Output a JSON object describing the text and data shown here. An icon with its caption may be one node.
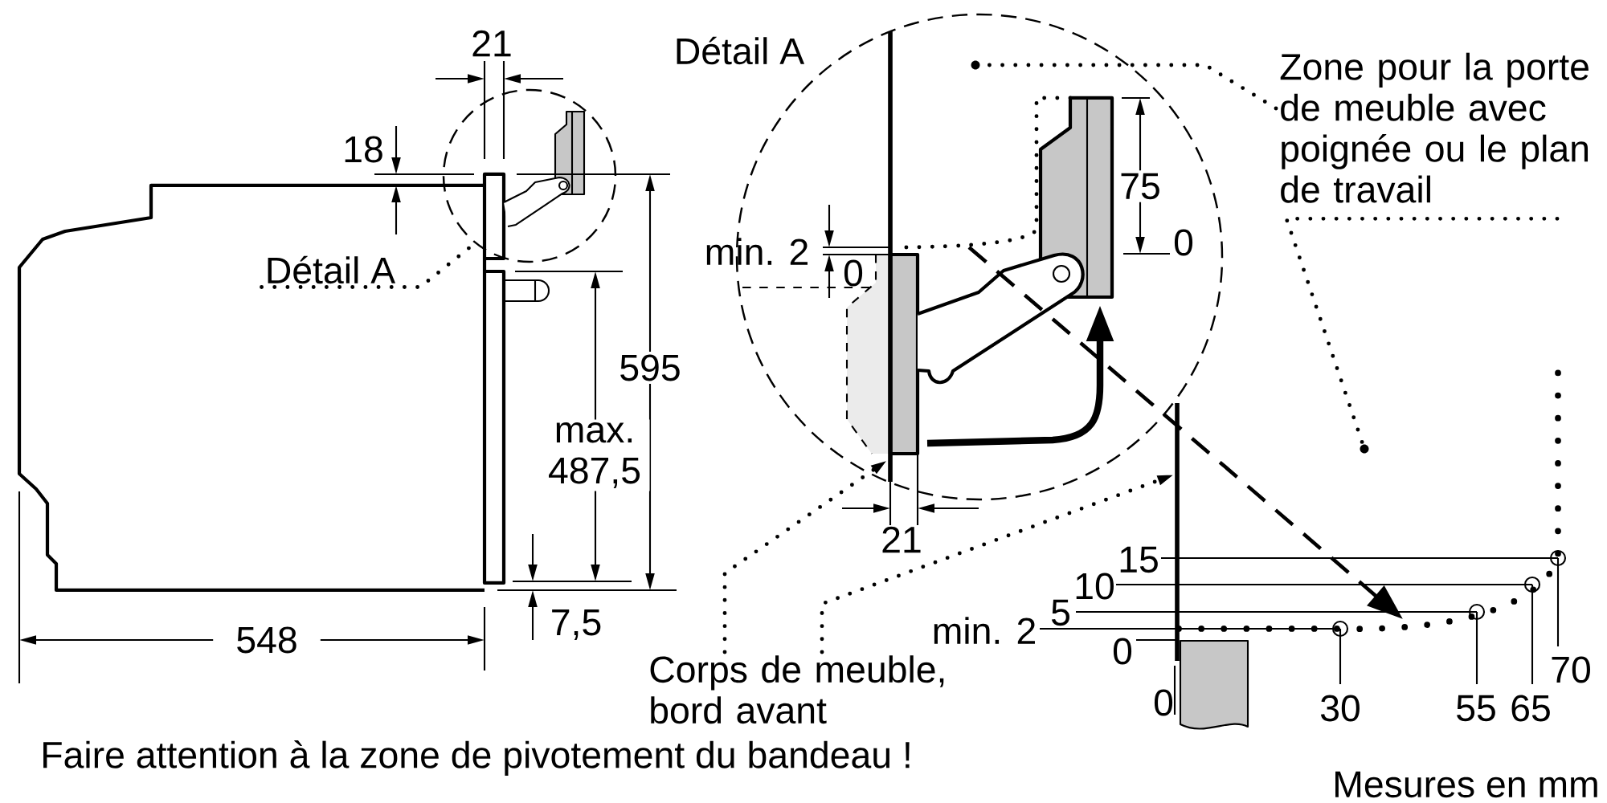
{
  "diagram": {
    "nodes": [
      {
        "text": [
          "Détail A"
        ]
      },
      {
        "text": [],
        "shape": "circle"
      },
      {
        "text": [
          "Détail A"
        ]
      },
      {
        "text": [
          "Zone pour la porte de meuble avec poignée ou le plan de travail"
        ]
      },
      {
        "text": [
          "Corps de meuble, bord avant"
        ]
      },
      {
        "text": [],
        "shape": "circle",
        "in": 2
      },
      {
        "text": [],
        "shape": "circle"
      },
      {
        "text": [],
        "shape": "bar",
        "in": 2
      },
      {
        "text": [],
        "shape": "bar"
      }
    ],
    "edges": [
      {
        "from": 0,
        "to": 1,
        "arrow": "none"
      },
      {
        "from": 3,
        "to": 5,
        "arrow": "none"
      },
      {
        "from": 3,
        "to": 6,
        "arrow": "none"
      },
      {
        "from": 4,
        "to": 7,
        "arrow": "to"
      },
      {
        "from": 4,
        "to": 8,
        "arrow": "to"
      }
    ],
    "labels": [
      "21",
      "18",
      "595",
      "max. 487,5",
      "7,5",
      "548",
      "min. 2",
      "0",
      "75",
      "0",
      "21",
      "15",
      "10",
      "5",
      "min. 2",
      "0",
      "0",
      "30",
      "55",
      "65",
      "70",
      "Faire attention à la zone de pivotement du bandeau !",
      "Mesures en mm"
    ]
  }
}
